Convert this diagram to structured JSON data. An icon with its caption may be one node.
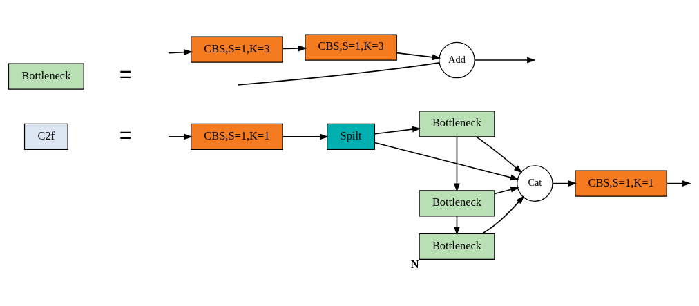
{
  "diagram": {
    "nodes": [
      {
        "text": [
          "C2f"
        ]
      },
      {
        "text": [
          "CBS,S=1,K=1"
        ]
      },
      {
        "text": [
          "Spilt"
        ]
      },
      {
        "text": [
          "Bottleneck"
        ]
      },
      {
        "text": [
          "Bottleneck"
        ]
      },
      {
        "text": [
          "Bottleneck"
        ],
        "beside": [
          "N"
        ]
      },
      {
        "text": [
          "Cat"
        ]
      },
      {
        "text": [
          "CBS,S=1,K=1"
        ]
      },
      {
        "text": [
          "Bottleneck"
        ]
      },
      {
        "text": [
          "CBS,S=1,K=3"
        ]
      },
      {
        "text": [
          "CBS,S=1,K=3"
        ]
      },
      {
        "text": [
          "Add"
        ]
      }
    ],
    "edges": [
      {
        "from": null,
        "to": 1,
        "arrow": "to"
      },
      {
        "from": 1,
        "to": 2,
        "arrow": "to"
      },
      {
        "from": 2,
        "to": 3,
        "arrow": "to"
      },
      {
        "from": 2,
        "to": 6,
        "arrow": "to"
      },
      {
        "from": 3,
        "to": 6,
        "arrow": "to"
      },
      {
        "from": 3,
        "to": 4,
        "arrow": "to"
      },
      {
        "from": 4,
        "to": 6,
        "arrow": "to"
      },
      {
        "from": 4,
        "to": 5,
        "arrow": "to"
      },
      {
        "from": 5,
        "to": 6,
        "arrow": "to"
      },
      {
        "from": 6,
        "to": 7,
        "arrow": "to"
      },
      {
        "from": 7,
        "to": null,
        "arrow": "to"
      },
      {
        "from": null,
        "to": 9,
        "arrow": "to"
      },
      {
        "from": null,
        "to": 11,
        "arrow": "none"
      },
      {
        "from": 9,
        "to": 10,
        "arrow": "to"
      },
      {
        "from": 10,
        "to": 11,
        "arrow": "to"
      },
      {
        "from": 11,
        "to": null,
        "arrow": "to"
      }
    ],
    "labels": [
      "=",
      "="
    ]
  }
}
